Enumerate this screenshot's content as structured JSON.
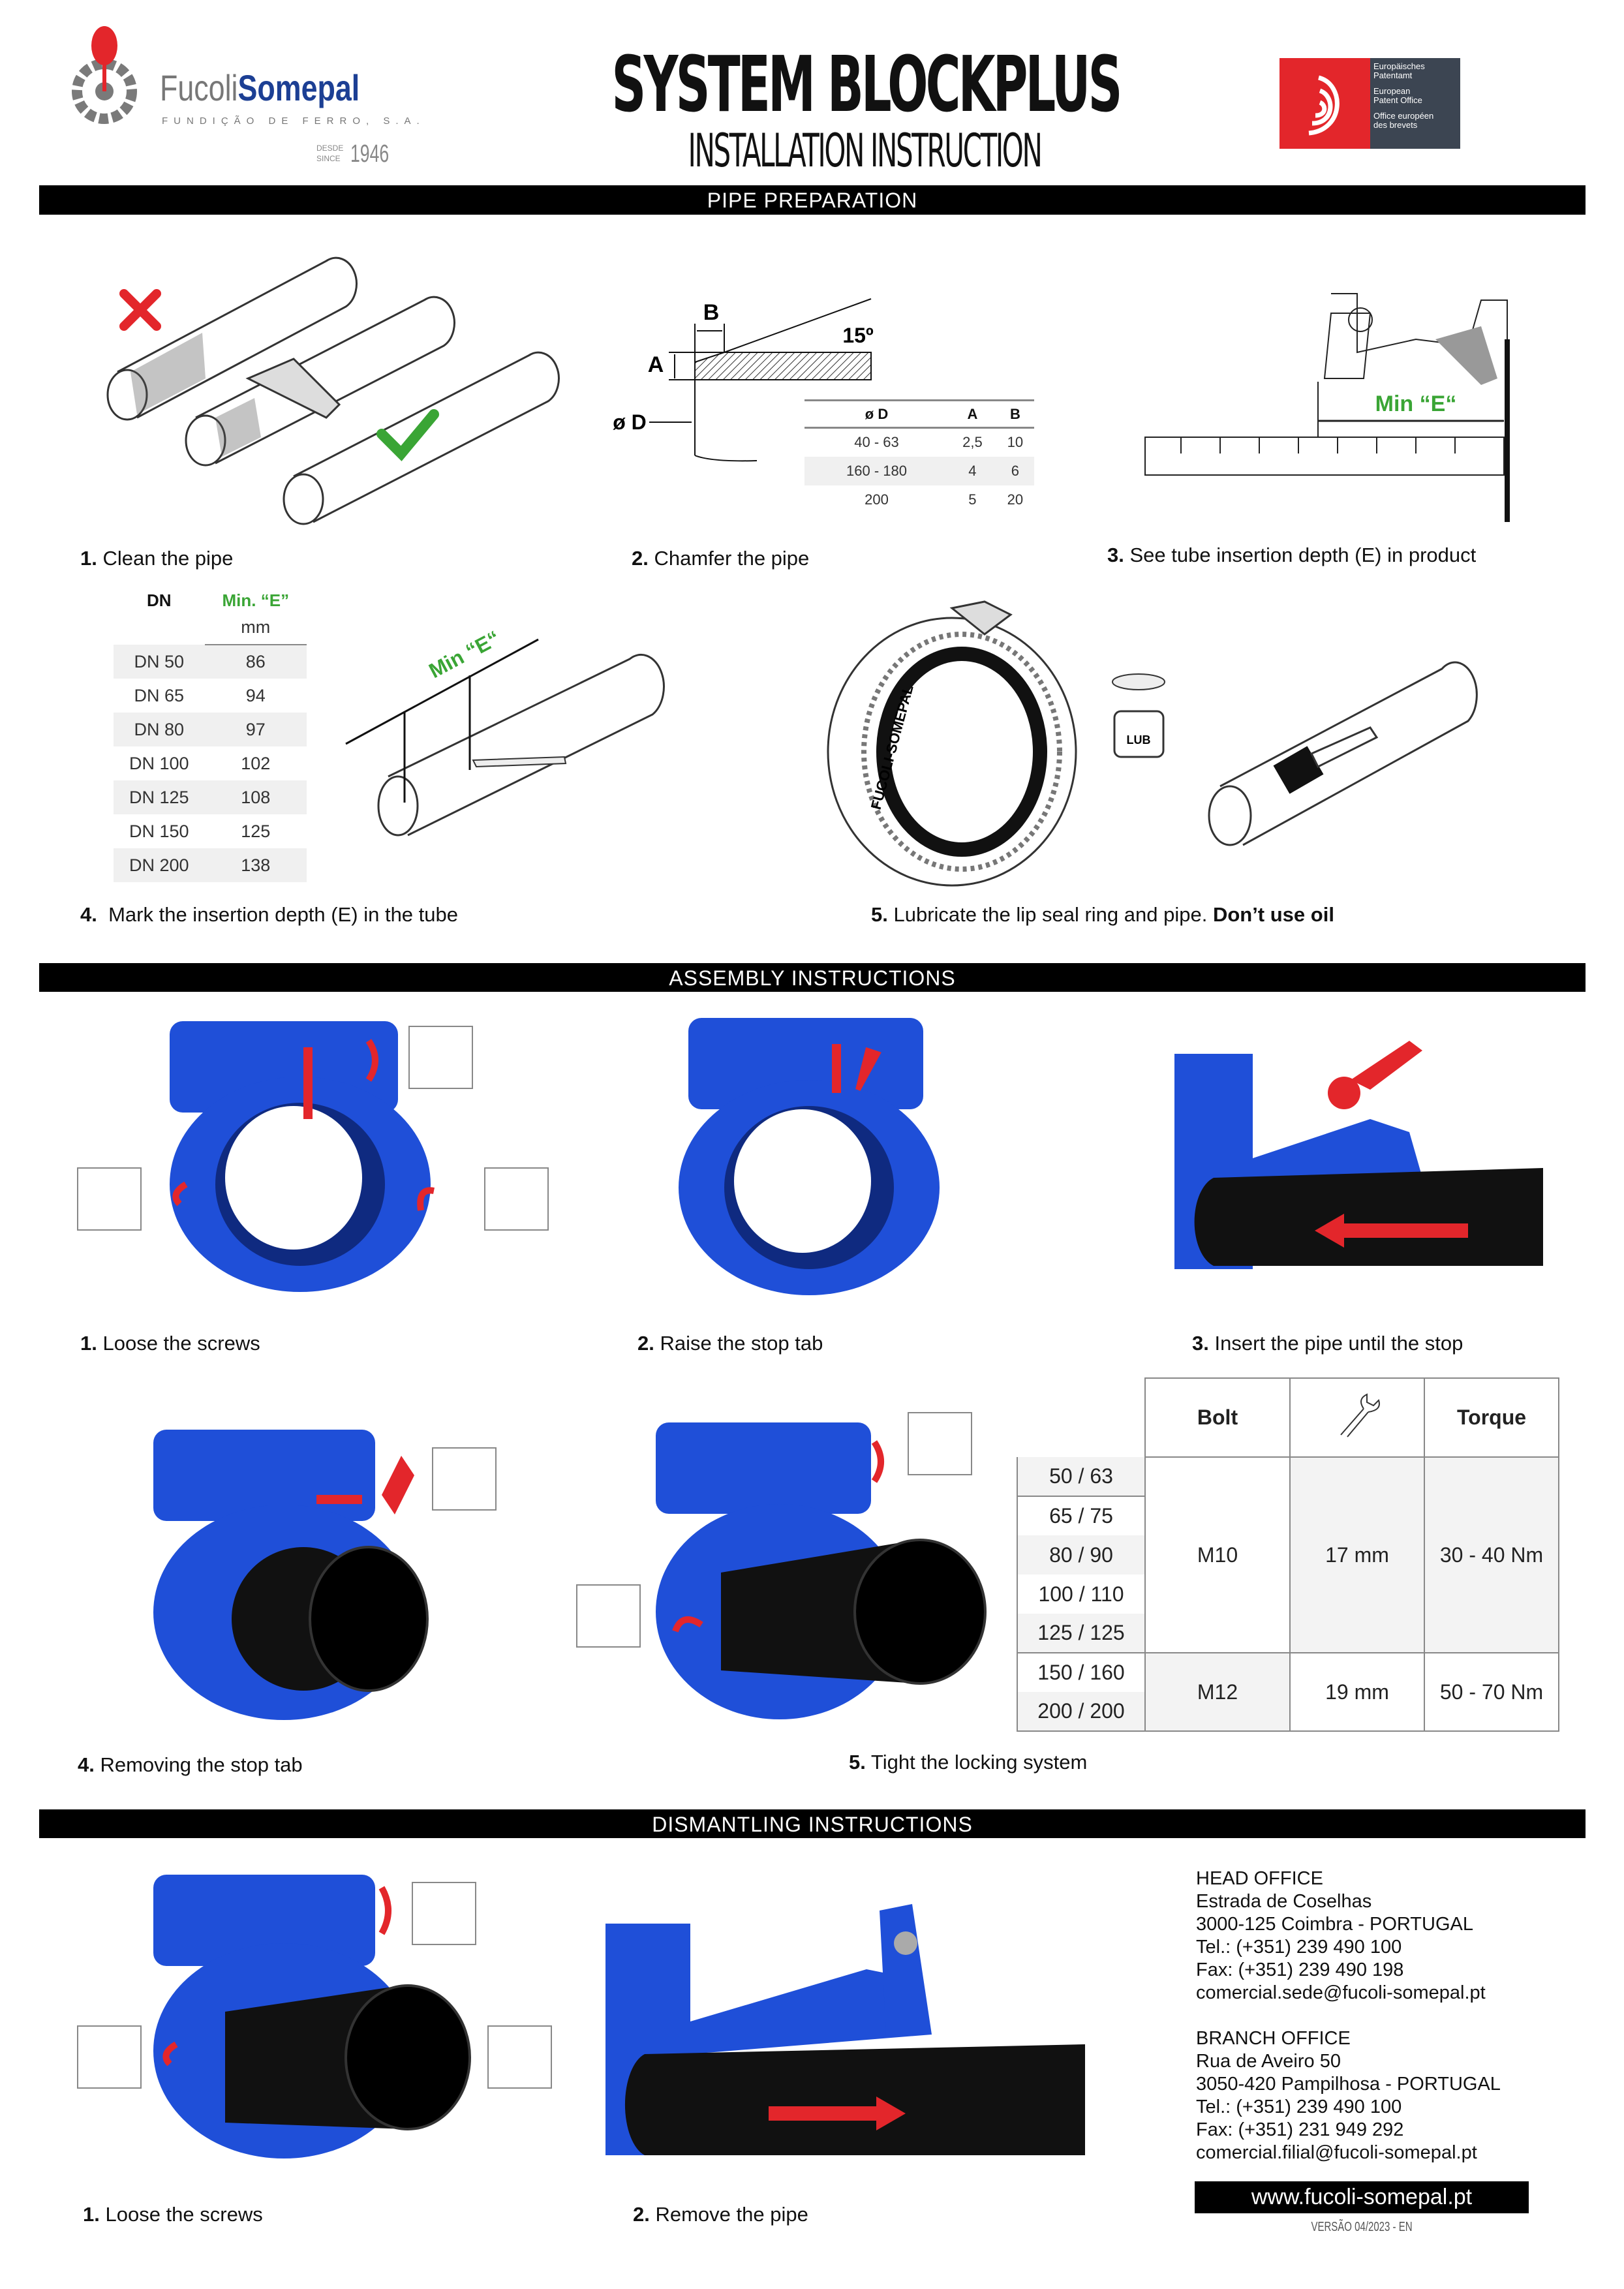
{
  "header": {
    "company_name_1": "Fucoli",
    "company_name_2": "Somepal",
    "company_sub": "FUNDIÇÃO DE FERRO, S.A.",
    "since_label_1": "DESDE",
    "since_label_2": "SINCE",
    "since_year": "1946",
    "title": "SYSTEM BLOCKPLUS",
    "subtitle": "INSTALLATION INSTRUCTION",
    "patent_lines": [
      "Europäisches",
      "Patentamt",
      "European",
      "Patent Office",
      "Office européen",
      "des brevets"
    ]
  },
  "colors": {
    "blue": "#1f4fd8",
    "red": "#e3262b",
    "green": "#3aa535",
    "epo_red": "#e3262b",
    "epo_grey": "#3c4552"
  },
  "sections": {
    "pipe_preparation": "PIPE PREPARATION",
    "assembly": "ASSEMBLY INSTRUCTIONS",
    "dismantling": "DISMANTLING INSTRUCTIONS"
  },
  "prep": {
    "step1": {
      "num": "1.",
      "text": "Clean the pipe"
    },
    "step2": {
      "num": "2.",
      "text": "Chamfer the pipe"
    },
    "step3": {
      "num": "3.",
      "text": "See tube insertion depth (E) in product"
    },
    "step4": {
      "num": "4.",
      "text": "Mark the insertion depth (E) in the tube"
    },
    "step5": {
      "num": "5.",
      "text": "Lubricate the lip seal ring and pipe.",
      "bold": "Don’t use oil"
    },
    "chamfer_labels": {
      "b": "B",
      "a": "A",
      "d": "ø D",
      "angle": "15º"
    },
    "chamfer_table": {
      "headers": [
        "ø D",
        "A",
        "B"
      ],
      "rows": [
        [
          "40 - 63",
          "2,5",
          "10"
        ],
        [
          "160 - 180",
          "4",
          "6"
        ],
        [
          "200",
          "5",
          "20"
        ]
      ]
    },
    "min_e_label": "Min “E“",
    "lub_label": "LUB",
    "ring_text": "FUCOLI-SOMEPAL",
    "dn_table": {
      "headers": [
        "DN",
        "Min. “E”"
      ],
      "unit": "mm",
      "rows": [
        [
          "DN 50",
          "86"
        ],
        [
          "DN 65",
          "94"
        ],
        [
          "DN 80",
          "97"
        ],
        [
          "DN 100",
          "102"
        ],
        [
          "DN 125",
          "108"
        ],
        [
          "DN 150",
          "125"
        ],
        [
          "DN 200",
          "138"
        ]
      ]
    }
  },
  "assembly": {
    "step1": {
      "num": "1.",
      "text": "Loose the screws"
    },
    "step2": {
      "num": "2.",
      "text": "Raise the stop tab"
    },
    "step3": {
      "num": "3.",
      "text": "Insert the pipe until the stop"
    },
    "step4": {
      "num": "4.",
      "text": "Removing the stop tab"
    },
    "step5": {
      "num": "5.",
      "text": "Tight the locking system"
    },
    "torque_table": {
      "headers": {
        "bolt": "Bolt",
        "wrench": "wrench-icon",
        "torque": "Torque"
      },
      "sizes": [
        "50 / 63",
        "65 / 75",
        "80 / 90",
        "100 / 110",
        "125 / 125",
        "150 / 160",
        "200 / 200"
      ],
      "groups": [
        {
          "bolt": "M10",
          "wrench": "17 mm",
          "torque": "30 - 40 Nm"
        },
        {
          "bolt": "M12",
          "wrench": "19 mm",
          "torque": "50 - 70 Nm"
        }
      ]
    }
  },
  "dismantling": {
    "step1": {
      "num": "1.",
      "text": "Loose the screws"
    },
    "step2": {
      "num": "2.",
      "text": "Remove the pipe"
    }
  },
  "footer": {
    "head_office": [
      "HEAD OFFICE",
      "Estrada de Coselhas",
      "3000-125 Coimbra - PORTUGAL",
      "Tel.: (+351) 239 490 100",
      "Fax: (+351) 239 490 198",
      "comercial.sede@fucoli-somepal.pt"
    ],
    "branch_office": [
      "BRANCH OFFICE",
      "Rua de Aveiro 50",
      "3050-420 Pampilhosa - PORTUGAL",
      "Tel.: (+351) 239 490 100",
      "Fax: (+351) 231 949 292",
      "comercial.filial@fucoli-somepal.pt"
    ],
    "website": "www.fucoli-somepal.pt",
    "version": "VERSÃO 04/2023 - EN"
  }
}
